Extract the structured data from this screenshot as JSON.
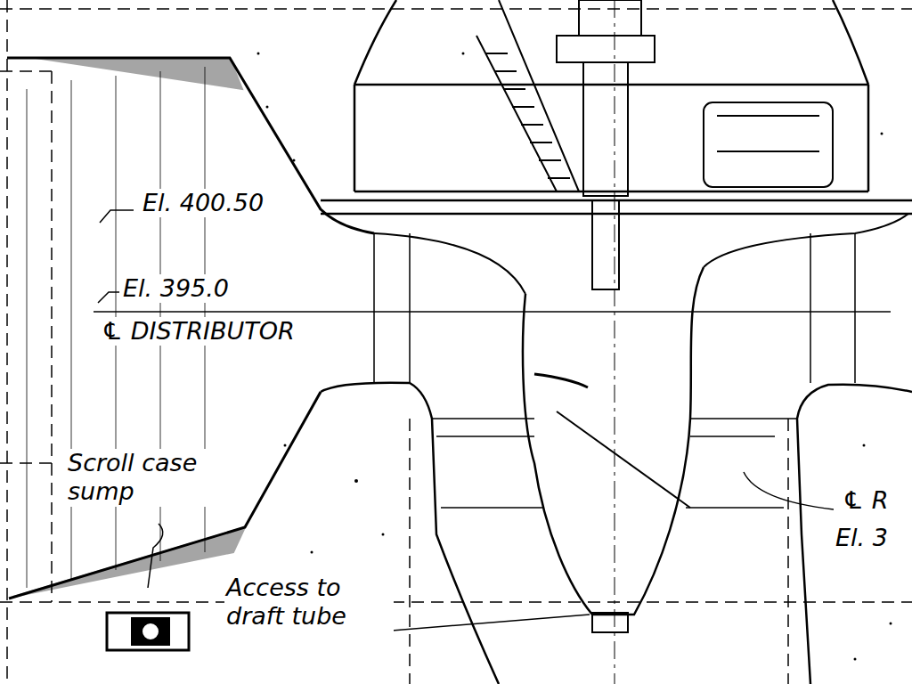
{
  "diagram": {
    "labels": [
      "El. 400.50",
      "El. 395.0",
      "℄ DISTRIBUTOR",
      "Scroll case sump",
      "Access to draft tube",
      "℄ R",
      "El. 3"
    ]
  }
}
